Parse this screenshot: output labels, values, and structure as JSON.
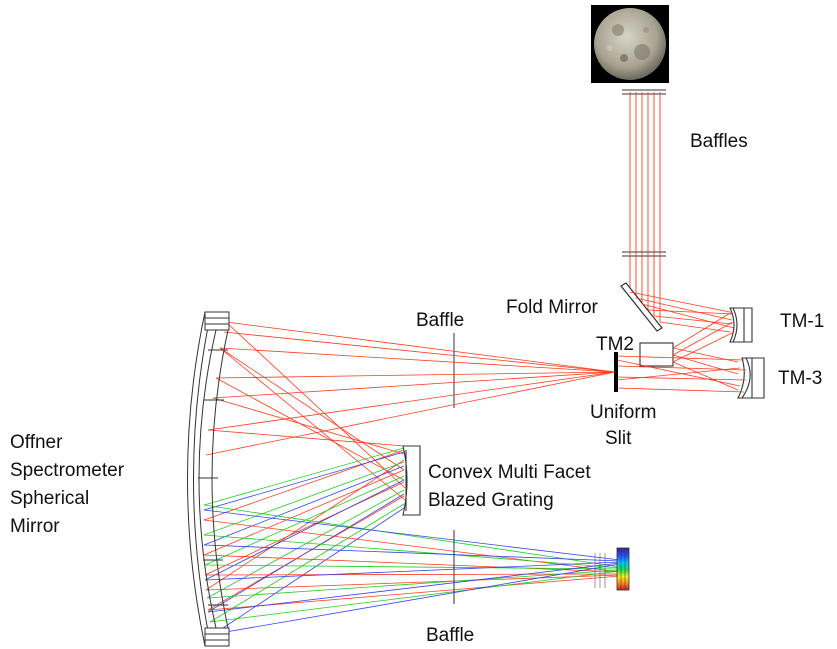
{
  "labels": {
    "baffles": "Baffles",
    "fold_mirror": "Fold Mirror",
    "tm1": "TM-1",
    "tm2": "TM2",
    "tm3": "TM-3",
    "baffle_top": "Baffle",
    "baffle_bottom": "Baffle",
    "uniform_slit_line1": "Uniform",
    "uniform_slit_line2": "Slit",
    "grating_line1": "Convex Multi Facet",
    "grating_line2": "Blazed Grating",
    "offner_line1": "Offner",
    "offner_line2": "Spectrometer",
    "offner_line3": "Spherical",
    "offner_line4": "Mirror"
  },
  "colors": {
    "ray_red": "#ff3b1f",
    "ray_green": "#22cc22",
    "ray_blue": "#3344ee",
    "outline": "#333333",
    "moon_bg": "#000000"
  },
  "icons": {
    "target": "moon-image",
    "detector": "spectrum-detector"
  }
}
